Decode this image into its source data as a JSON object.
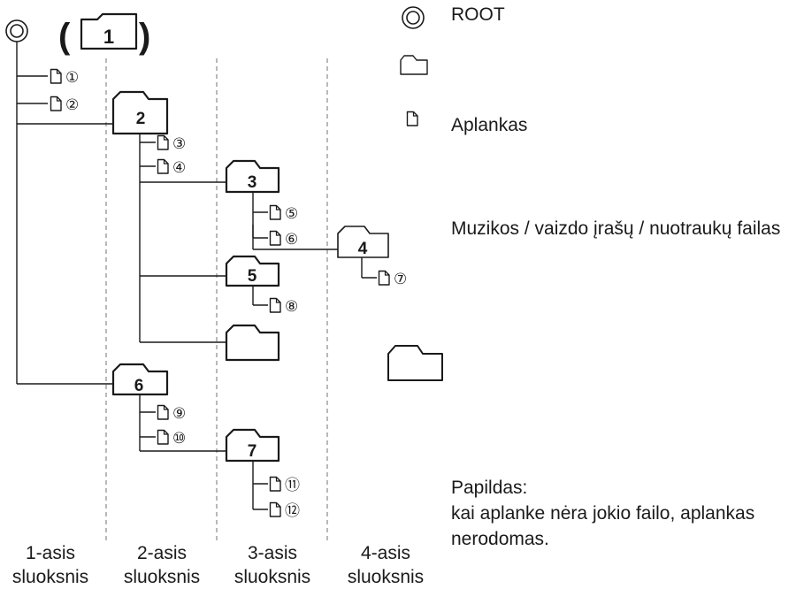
{
  "root_folder_number": "1",
  "folders": [
    {
      "id": "f2",
      "number": "2"
    },
    {
      "id": "f3",
      "number": "3"
    },
    {
      "id": "f4",
      "number": "4"
    },
    {
      "id": "f5",
      "number": "5"
    },
    {
      "id": "f6",
      "number": "6"
    },
    {
      "id": "f7",
      "number": "7"
    }
  ],
  "files": [
    {
      "id": "file1",
      "number": "①"
    },
    {
      "id": "file2",
      "number": "②"
    },
    {
      "id": "file3",
      "number": "③"
    },
    {
      "id": "file4",
      "number": "④"
    },
    {
      "id": "file5",
      "number": "⑤"
    },
    {
      "id": "file6",
      "number": "⑥"
    },
    {
      "id": "file7",
      "number": "⑦"
    },
    {
      "id": "file8",
      "number": "⑧"
    },
    {
      "id": "file9",
      "number": "⑨"
    },
    {
      "id": "file10",
      "number": "⑩"
    },
    {
      "id": "file11",
      "number": "⑪"
    },
    {
      "id": "file12",
      "number": "⑫"
    }
  ],
  "legend": {
    "root": "ROOT",
    "folder": "Aplankas",
    "file": "Muzikos / vaizdo įrašų / nuotraukų failas"
  },
  "note": {
    "title": "Papildas:",
    "text": "kai aplanke nėra jokio failo, aplankas nerodomas."
  },
  "layers": [
    {
      "line1": "1-asis",
      "line2": "sluoksnis"
    },
    {
      "line1": "2-asis",
      "line2": "sluoksnis"
    },
    {
      "line1": "3-asis",
      "line2": "sluoksnis"
    },
    {
      "line1": "4-asis",
      "line2": "sluoksnis"
    }
  ]
}
